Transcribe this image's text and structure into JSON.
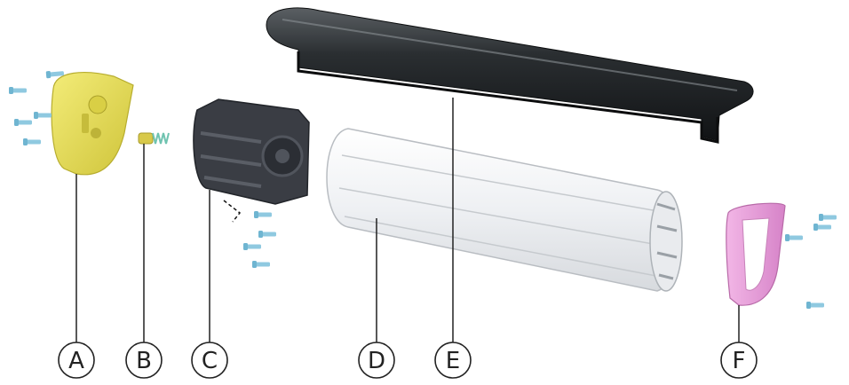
{
  "callouts": [
    {
      "id": "A",
      "label": "A"
    },
    {
      "id": "B",
      "label": "B"
    },
    {
      "id": "C",
      "label": "C"
    },
    {
      "id": "D",
      "label": "D"
    },
    {
      "id": "E",
      "label": "E"
    },
    {
      "id": "F",
      "label": "F"
    }
  ],
  "colors": {
    "end_cap_a": "#e6de52",
    "spring_b": "#d8c94a",
    "spring_coil": "#6fc3b0",
    "frame_c": "#3a3d44",
    "tube_d": "#f2f3f5",
    "cover_e": "#1f2326",
    "clip_f": "#e59bd6",
    "screw": "#8fc9e0",
    "leader": "#222222"
  }
}
